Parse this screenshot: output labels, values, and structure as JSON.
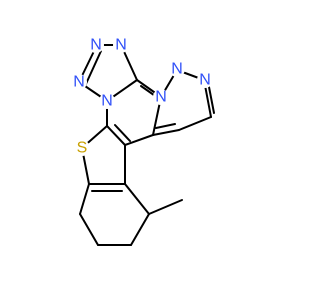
{
  "colors": {
    "bond": "#000000",
    "nitrogen": "#3050F8",
    "sulfur": "#C8A000",
    "background": "#FFFFFF"
  },
  "atoms": {
    "n_a": "N",
    "n_b": "N",
    "n_c": "N",
    "n_d": "N",
    "n_e": "N",
    "n_f": "N",
    "n_g": "N",
    "s": "S"
  }
}
